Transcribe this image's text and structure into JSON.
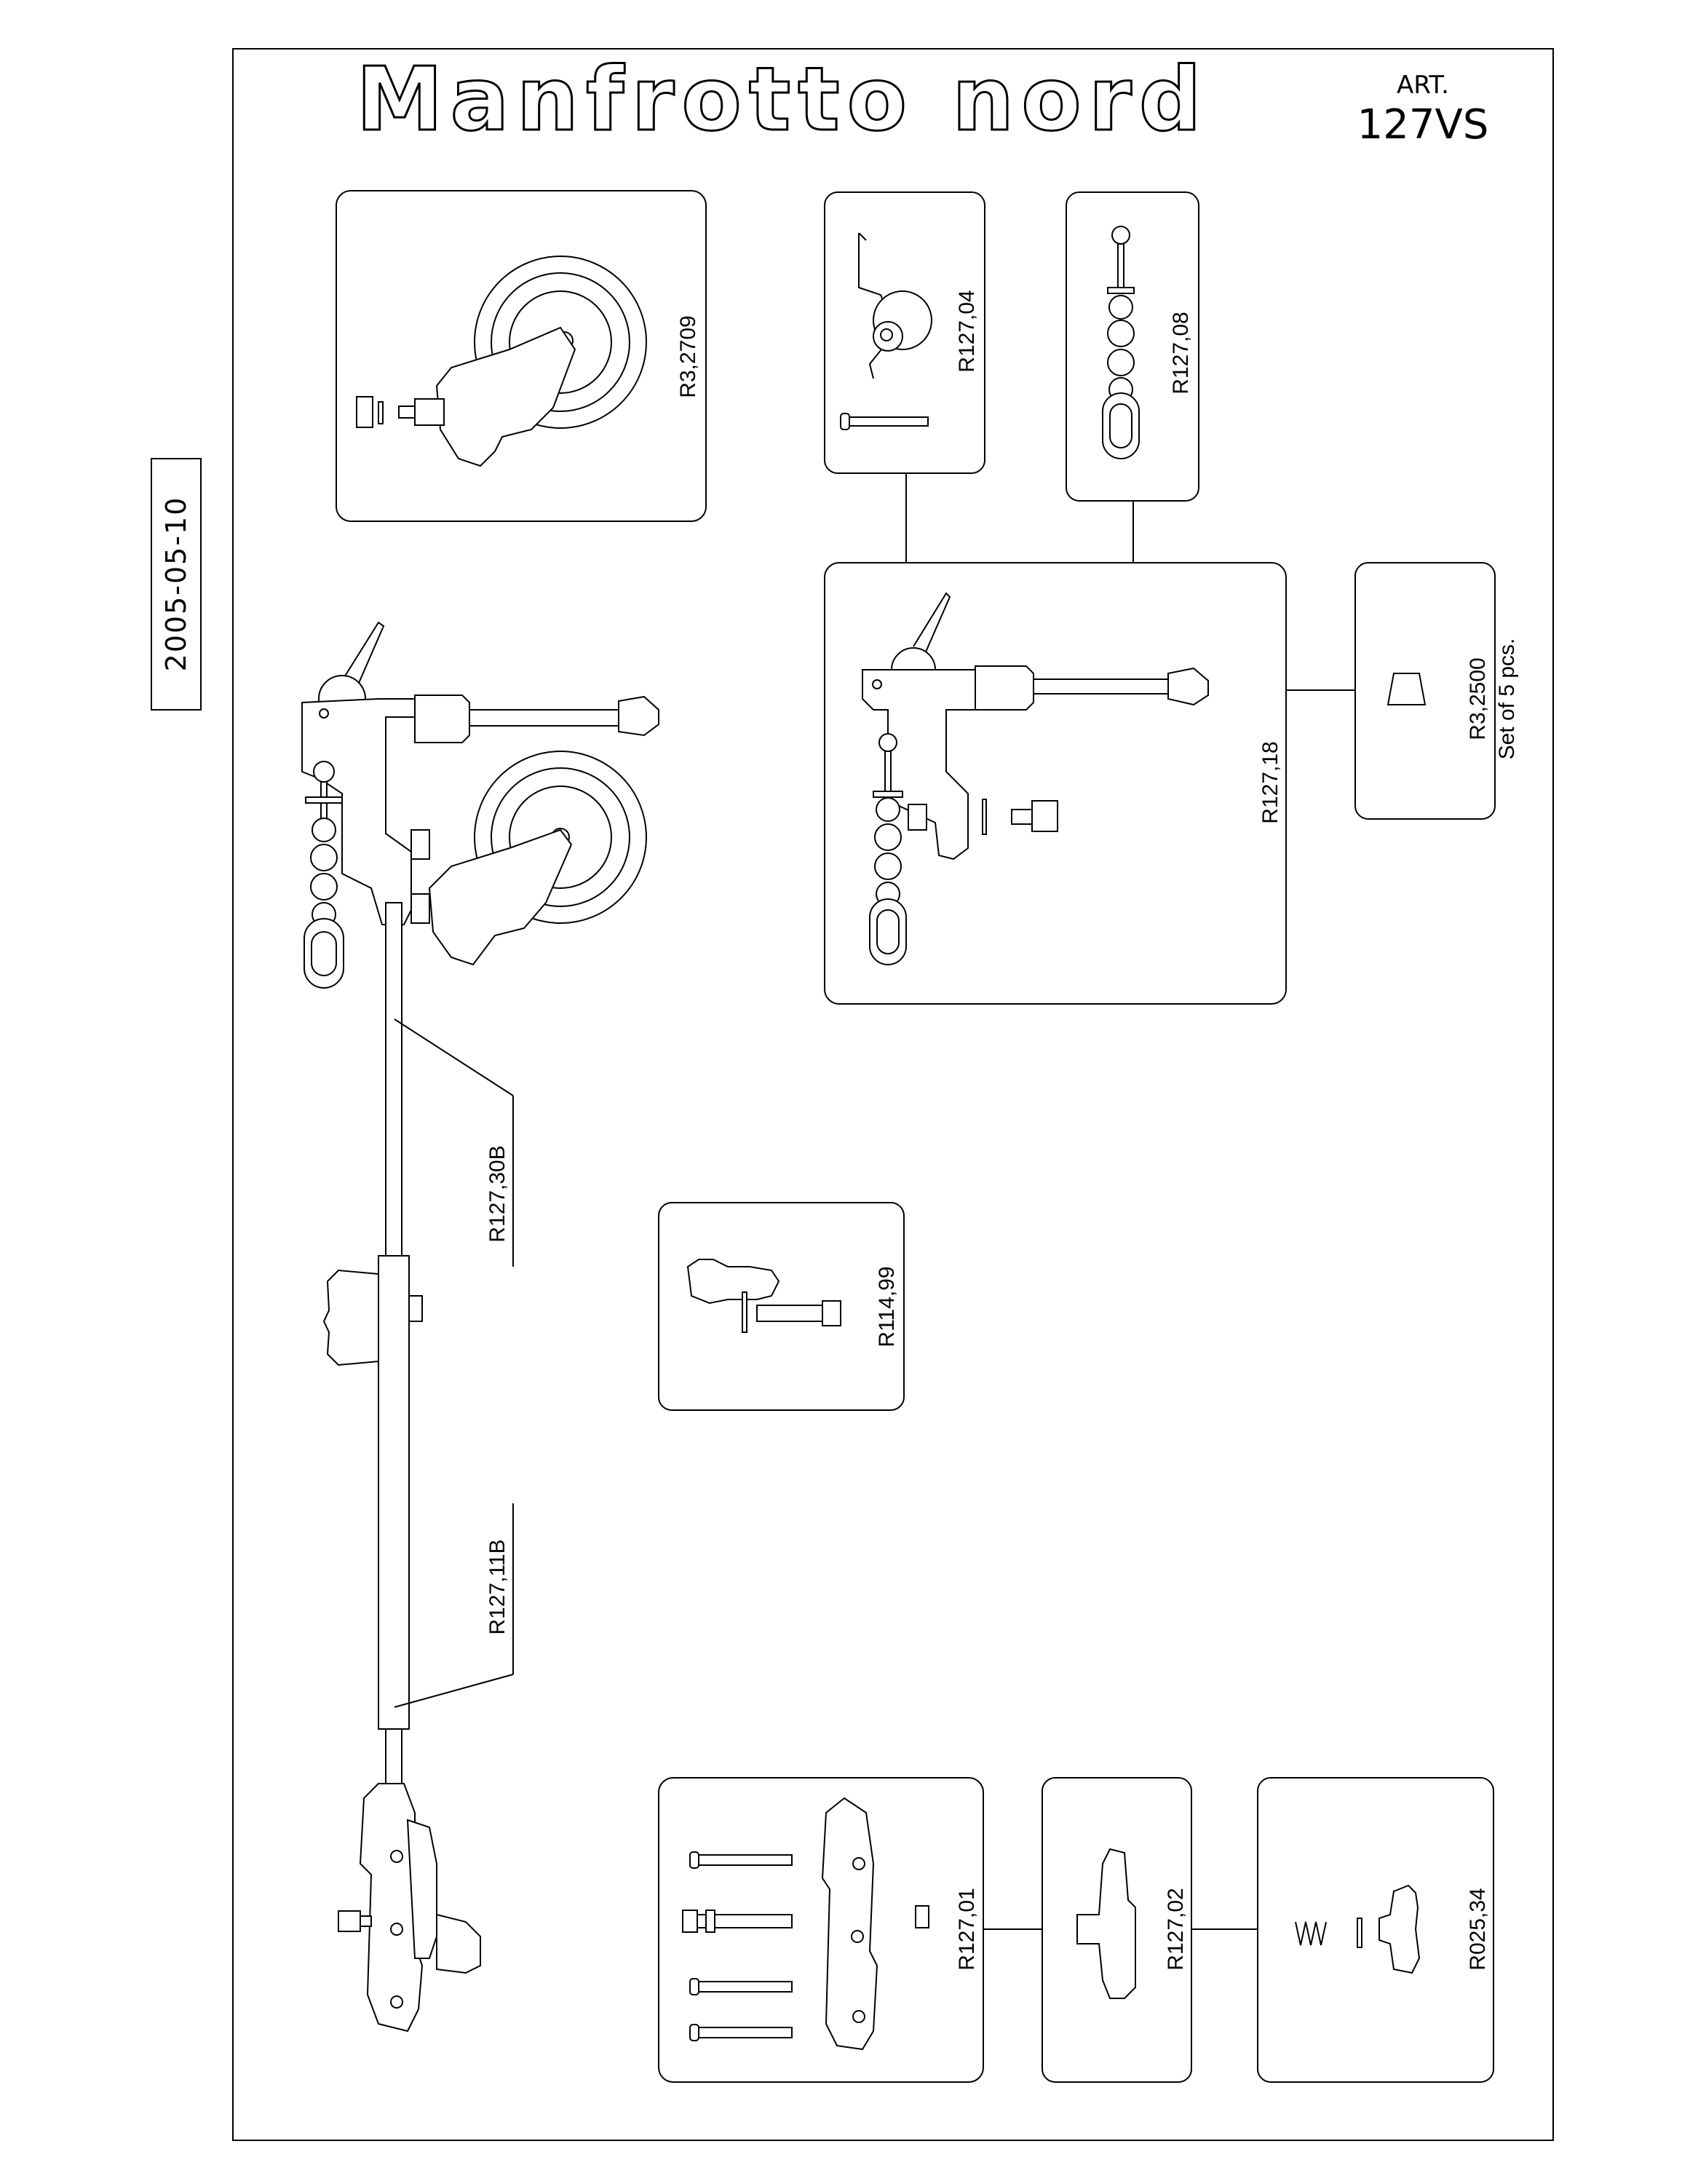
{
  "header": {
    "brand": "Manfrotto nord",
    "art_label": "ART.",
    "art_number": "127VS"
  },
  "date_stamp": "2005-05-10",
  "parts": {
    "r3_2709": "R3,2709",
    "r127_04": "R127,04",
    "r127_08": "R127,08",
    "r127_18": "R127,18",
    "r3_2500": "R3,2500",
    "r3_2500_note": "Set of 5 pcs.",
    "r127_30b": "R127,30B",
    "r114_99": "R114,99",
    "r127_11b": "R127,11B",
    "r127_01": "R127,01",
    "r127_02": "R127,02",
    "r025_34": "R025,34"
  }
}
